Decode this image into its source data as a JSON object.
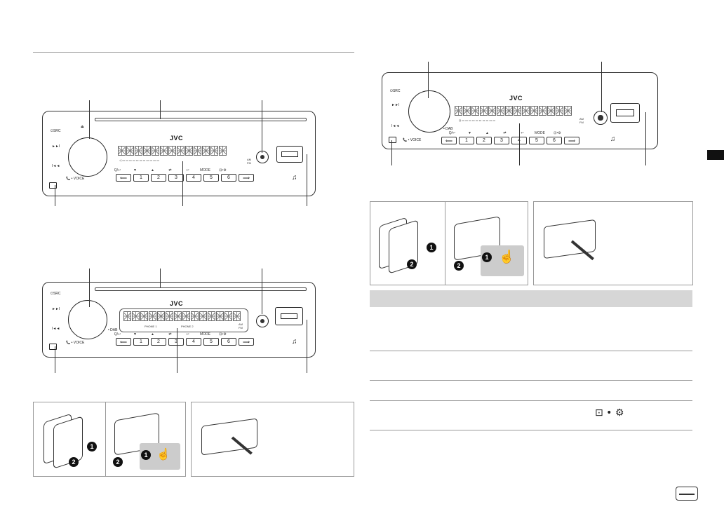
{
  "brand": "JVC",
  "source_button": "⏻SRC",
  "next_label": "►►I",
  "prev_label": "I◄◄",
  "voice_label": "📞 • VOICE",
  "preset_buttons": [
    "1",
    "2",
    "3",
    "4",
    "5",
    "6"
  ],
  "top_labels": [
    "▼",
    "▲",
    "⇄",
    "↩",
    "MODE",
    "⊡•⚙"
  ],
  "dab_label": "• DAB",
  "search_label": "Q/↩",
  "band_labels": {
    "am": "AM",
    "fm": "FM"
  },
  "phone_labels": {
    "phone1": "PHONE 1",
    "phone2": "PHONE 2"
  },
  "steps": {
    "one": "1",
    "two": "2"
  },
  "display_icon": "⊡ • ⚙"
}
